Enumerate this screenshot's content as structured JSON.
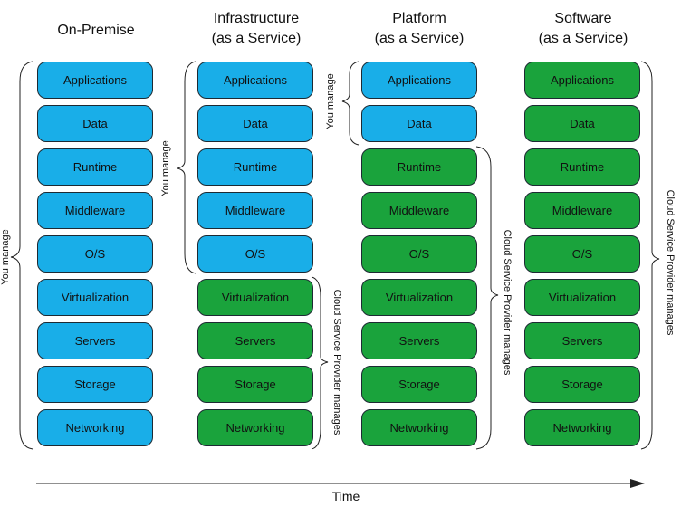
{
  "columns": [
    {
      "title_line1": "On-Premise",
      "title_line2": ""
    },
    {
      "title_line1": "Infrastructure",
      "title_line2": "(as a Service)"
    },
    {
      "title_line1": "Platform",
      "title_line2": "(as a Service)"
    },
    {
      "title_line1": "Software",
      "title_line2": "(as a Service)"
    }
  ],
  "layers": [
    "Applications",
    "Data",
    "Runtime",
    "Middleware",
    "O/S",
    "Virtualization",
    "Servers",
    "Storage",
    "Networking"
  ],
  "managed_by_you_count": [
    9,
    5,
    2,
    0
  ],
  "colors": {
    "you_manage": "#19aee8",
    "provider_manages": "#1aa33c",
    "box_border": "#1d2a33"
  },
  "labels": {
    "you_manage": "You manage",
    "provider_manages": "Cloud Service Provider manages",
    "time": "Time"
  }
}
